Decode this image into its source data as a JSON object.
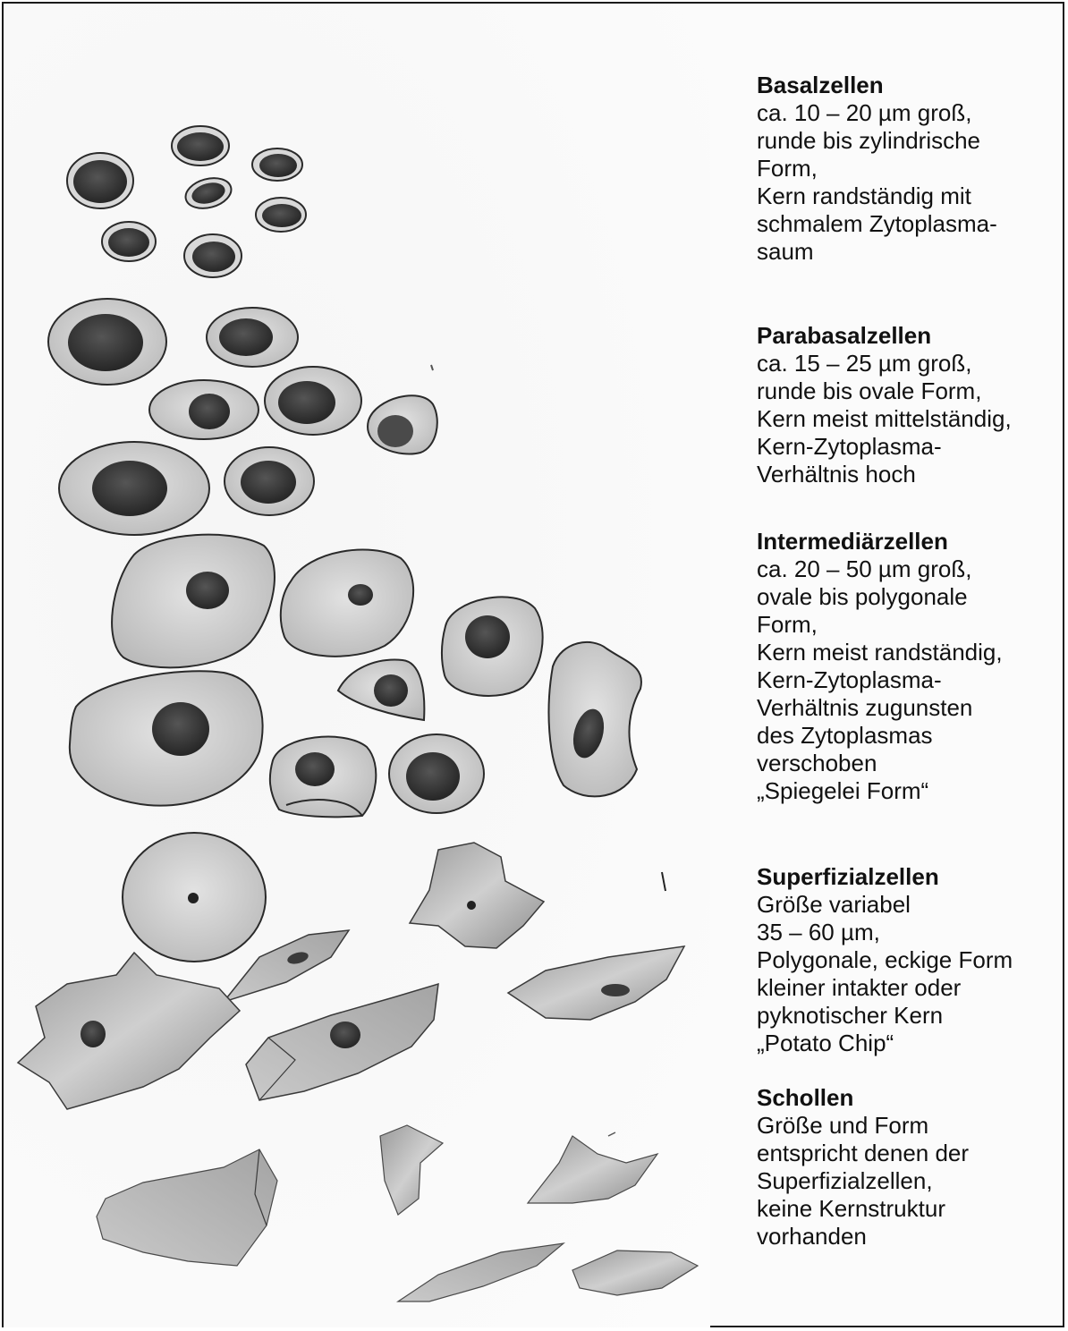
{
  "legend": {
    "basal": {
      "title": "Basalzellen",
      "lines": [
        "ca. 10 – 20 µm groß,",
        "runde bis zylindrische",
        "Form,",
        "Kern randständig mit",
        "schmalem Zytoplasma-",
        "saum"
      ]
    },
    "parabasal": {
      "title": "Parabasalzellen",
      "lines": [
        "ca. 15 – 25 µm groß,",
        "runde bis ovale Form,",
        "Kern meist mittelständig,",
        "Kern-Zytoplasma-",
        "Verhältnis hoch"
      ]
    },
    "intermediar": {
      "title": "Intermediärzellen",
      "lines": [
        "ca. 20 – 50 µm groß,",
        "ovale bis polygonale",
        "Form,",
        "Kern meist randständig,",
        "Kern-Zytoplasma-",
        "Verhältnis zugunsten",
        "des Zytoplasmas",
        "verschoben",
        "„Spiegelei Form“"
      ]
    },
    "superfizial": {
      "title": "Superfizialzellen",
      "lines": [
        "Größe variabel",
        "35 – 60 µm,",
        "Polygonale, eckige Form",
        "kleiner intakter oder",
        "pyknotischer Kern",
        "„Potato Chip“"
      ]
    },
    "schollen": {
      "title": "Schollen",
      "lines": [
        "Größe und Form",
        "entspricht denen der",
        "Superfizialzellen,",
        "keine Kernstruktur",
        "vorhanden"
      ]
    }
  },
  "colors": {
    "outline": "#2a2a2a",
    "nucleus": "#3a3a3a",
    "cytoplasm": "#cfcfcf",
    "flake": "#bdbdbd"
  }
}
